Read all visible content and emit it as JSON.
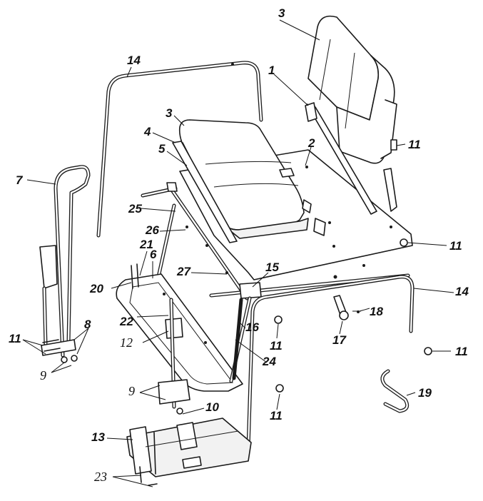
{
  "callouts": {
    "c1": "1",
    "c2": "2",
    "c3a": "3",
    "c3b": "3",
    "c4": "4",
    "c5": "5",
    "c6": "6",
    "c7": "7",
    "c8": "8",
    "c9a": "9",
    "c9b": "9",
    "c10": "10",
    "c11a": "11",
    "c11b": "11",
    "c11c": "11",
    "c11d": "11",
    "c11e": "11",
    "c11f": "11",
    "c12": "12",
    "c13": "13",
    "c14a": "14",
    "c14b": "14",
    "c15": "15",
    "c16": "16",
    "c17": "17",
    "c18": "18",
    "c19": "19",
    "c20": "20",
    "c21": "21",
    "c22": "22",
    "c23": "23",
    "c24": "24",
    "c25": "25",
    "c26": "26",
    "c27": "27"
  }
}
